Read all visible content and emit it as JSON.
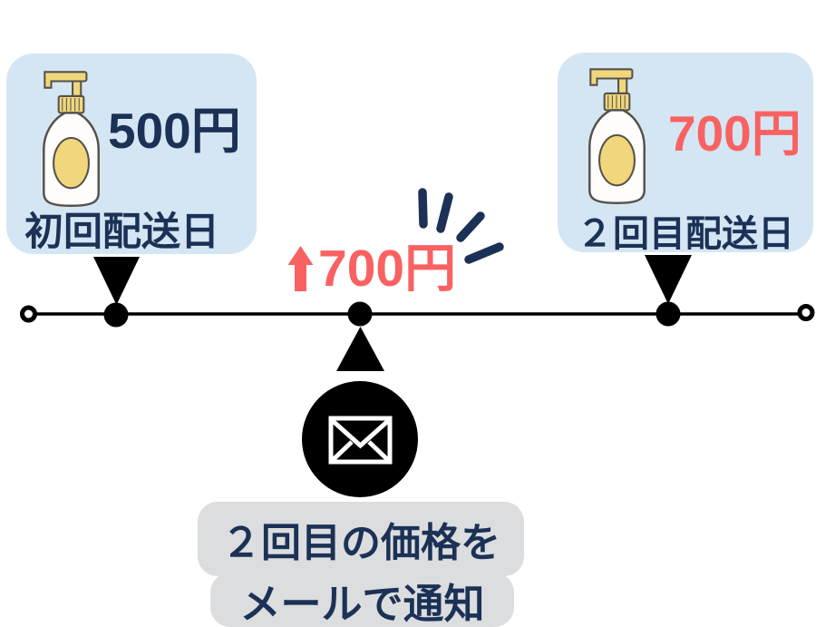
{
  "colors": {
    "navy": "#1b3156",
    "red": "#f96262",
    "card_blue": "#d4e6f3",
    "notice_gray": "#dcddde",
    "bottle_yellow": "#f0d77c",
    "bottle_outline": "#56514b",
    "ink": "#000000",
    "white": "#ffffff"
  },
  "left_card": {
    "price": "500円",
    "label": "初回配送日",
    "icon": "pump-bottle-icon"
  },
  "right_card": {
    "price": "700円",
    "label": "２回目配送日",
    "icon": "pump-bottle-icon"
  },
  "price_change": {
    "text": "700円",
    "icon": "up-arrow-icon",
    "emphasis_icon": "burst-icon"
  },
  "notification": {
    "icon": "envelope-icon",
    "line1": "２回目の価格を",
    "line2": "メールで通知"
  }
}
